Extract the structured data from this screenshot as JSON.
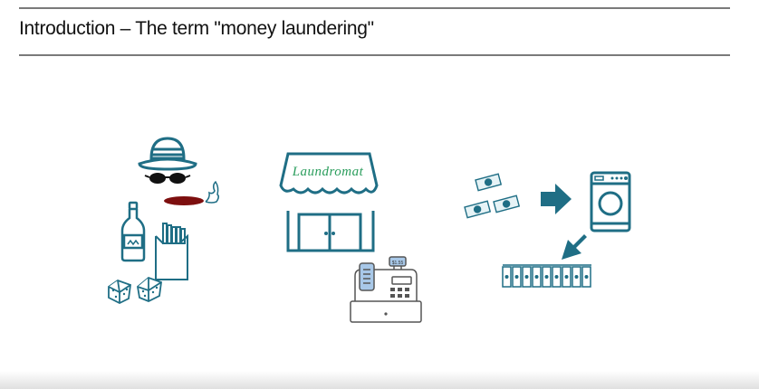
{
  "slide": {
    "title": "Introduction – The term \"money laundering\""
  },
  "illustrations": {
    "criminal": {
      "icons": [
        "hat-icon",
        "sunglasses-icon",
        "cigar-icon",
        "smoke-icon",
        "bottle-icon",
        "cigarette-pack-icon",
        "dice-icon"
      ]
    },
    "laundromat": {
      "sign_text": "Laundromat",
      "register_price": "$1.55",
      "icons": [
        "awning-icon",
        "storefront-doors-icon",
        "cash-register-icon"
      ]
    },
    "laundering_process": {
      "icons": [
        "dirty-money-icon",
        "arrow-right-icon",
        "washing-machine-icon",
        "arrow-down-left-icon",
        "clean-money-line-icon"
      ]
    }
  },
  "colors": {
    "teal": "#1f6e85",
    "lip_red": "#7d0f0f",
    "sign_green": "#2a9d5c",
    "register_blue": "#a8c8e8"
  }
}
